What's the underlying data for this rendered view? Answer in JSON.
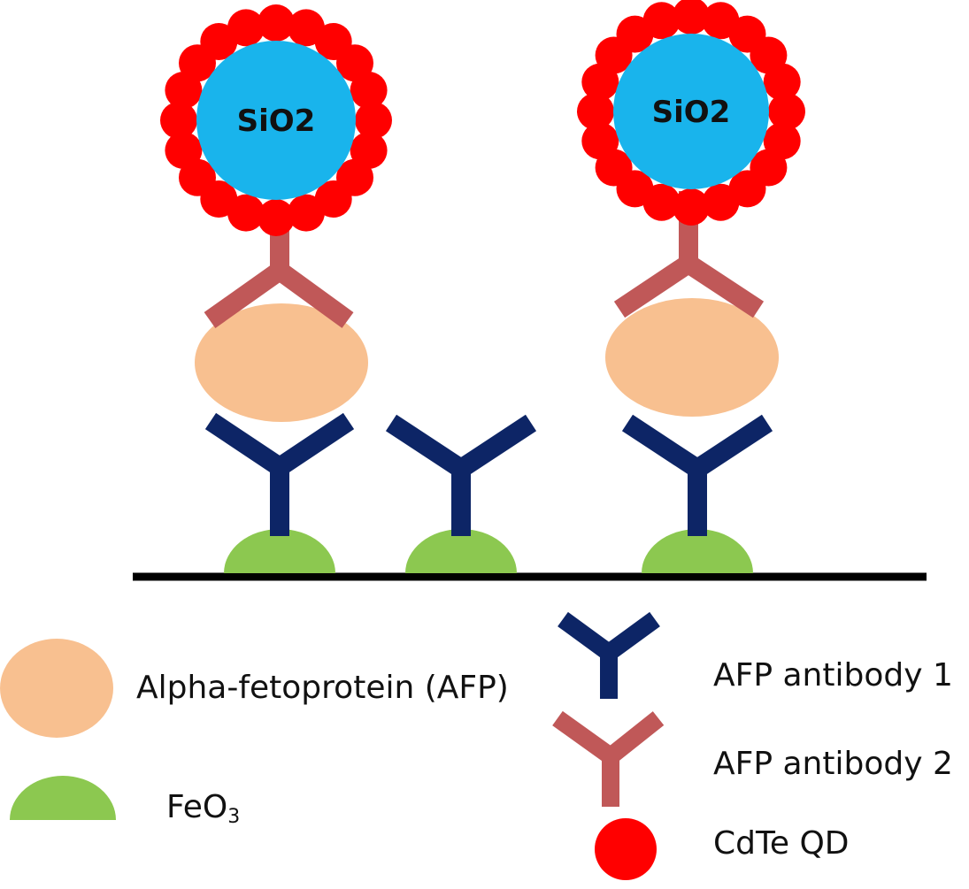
{
  "diagram": {
    "complexes": [
      {
        "core_label": "SiO2",
        "has_antigen": true
      },
      {
        "core_label": "",
        "has_antigen": false
      },
      {
        "core_label": "SiO2",
        "has_antigen": true
      }
    ],
    "colors": {
      "afp": "#f8c090",
      "fe_particle": "#8cc850",
      "antibody1": "#0d2566",
      "antibody2": "#c05858",
      "quantum_dot": "#ff0000",
      "silica_core": "#19b4ec",
      "substrate": "#000000"
    }
  },
  "legend": {
    "afp_label": "Alpha-fetoprotein (AFP)",
    "fe_label_main": "FeO",
    "fe_label_sub": "3",
    "ab1_label": "AFP antibody 1",
    "ab2_label": "AFP antibody 2",
    "qd_label": "CdTe QD"
  }
}
